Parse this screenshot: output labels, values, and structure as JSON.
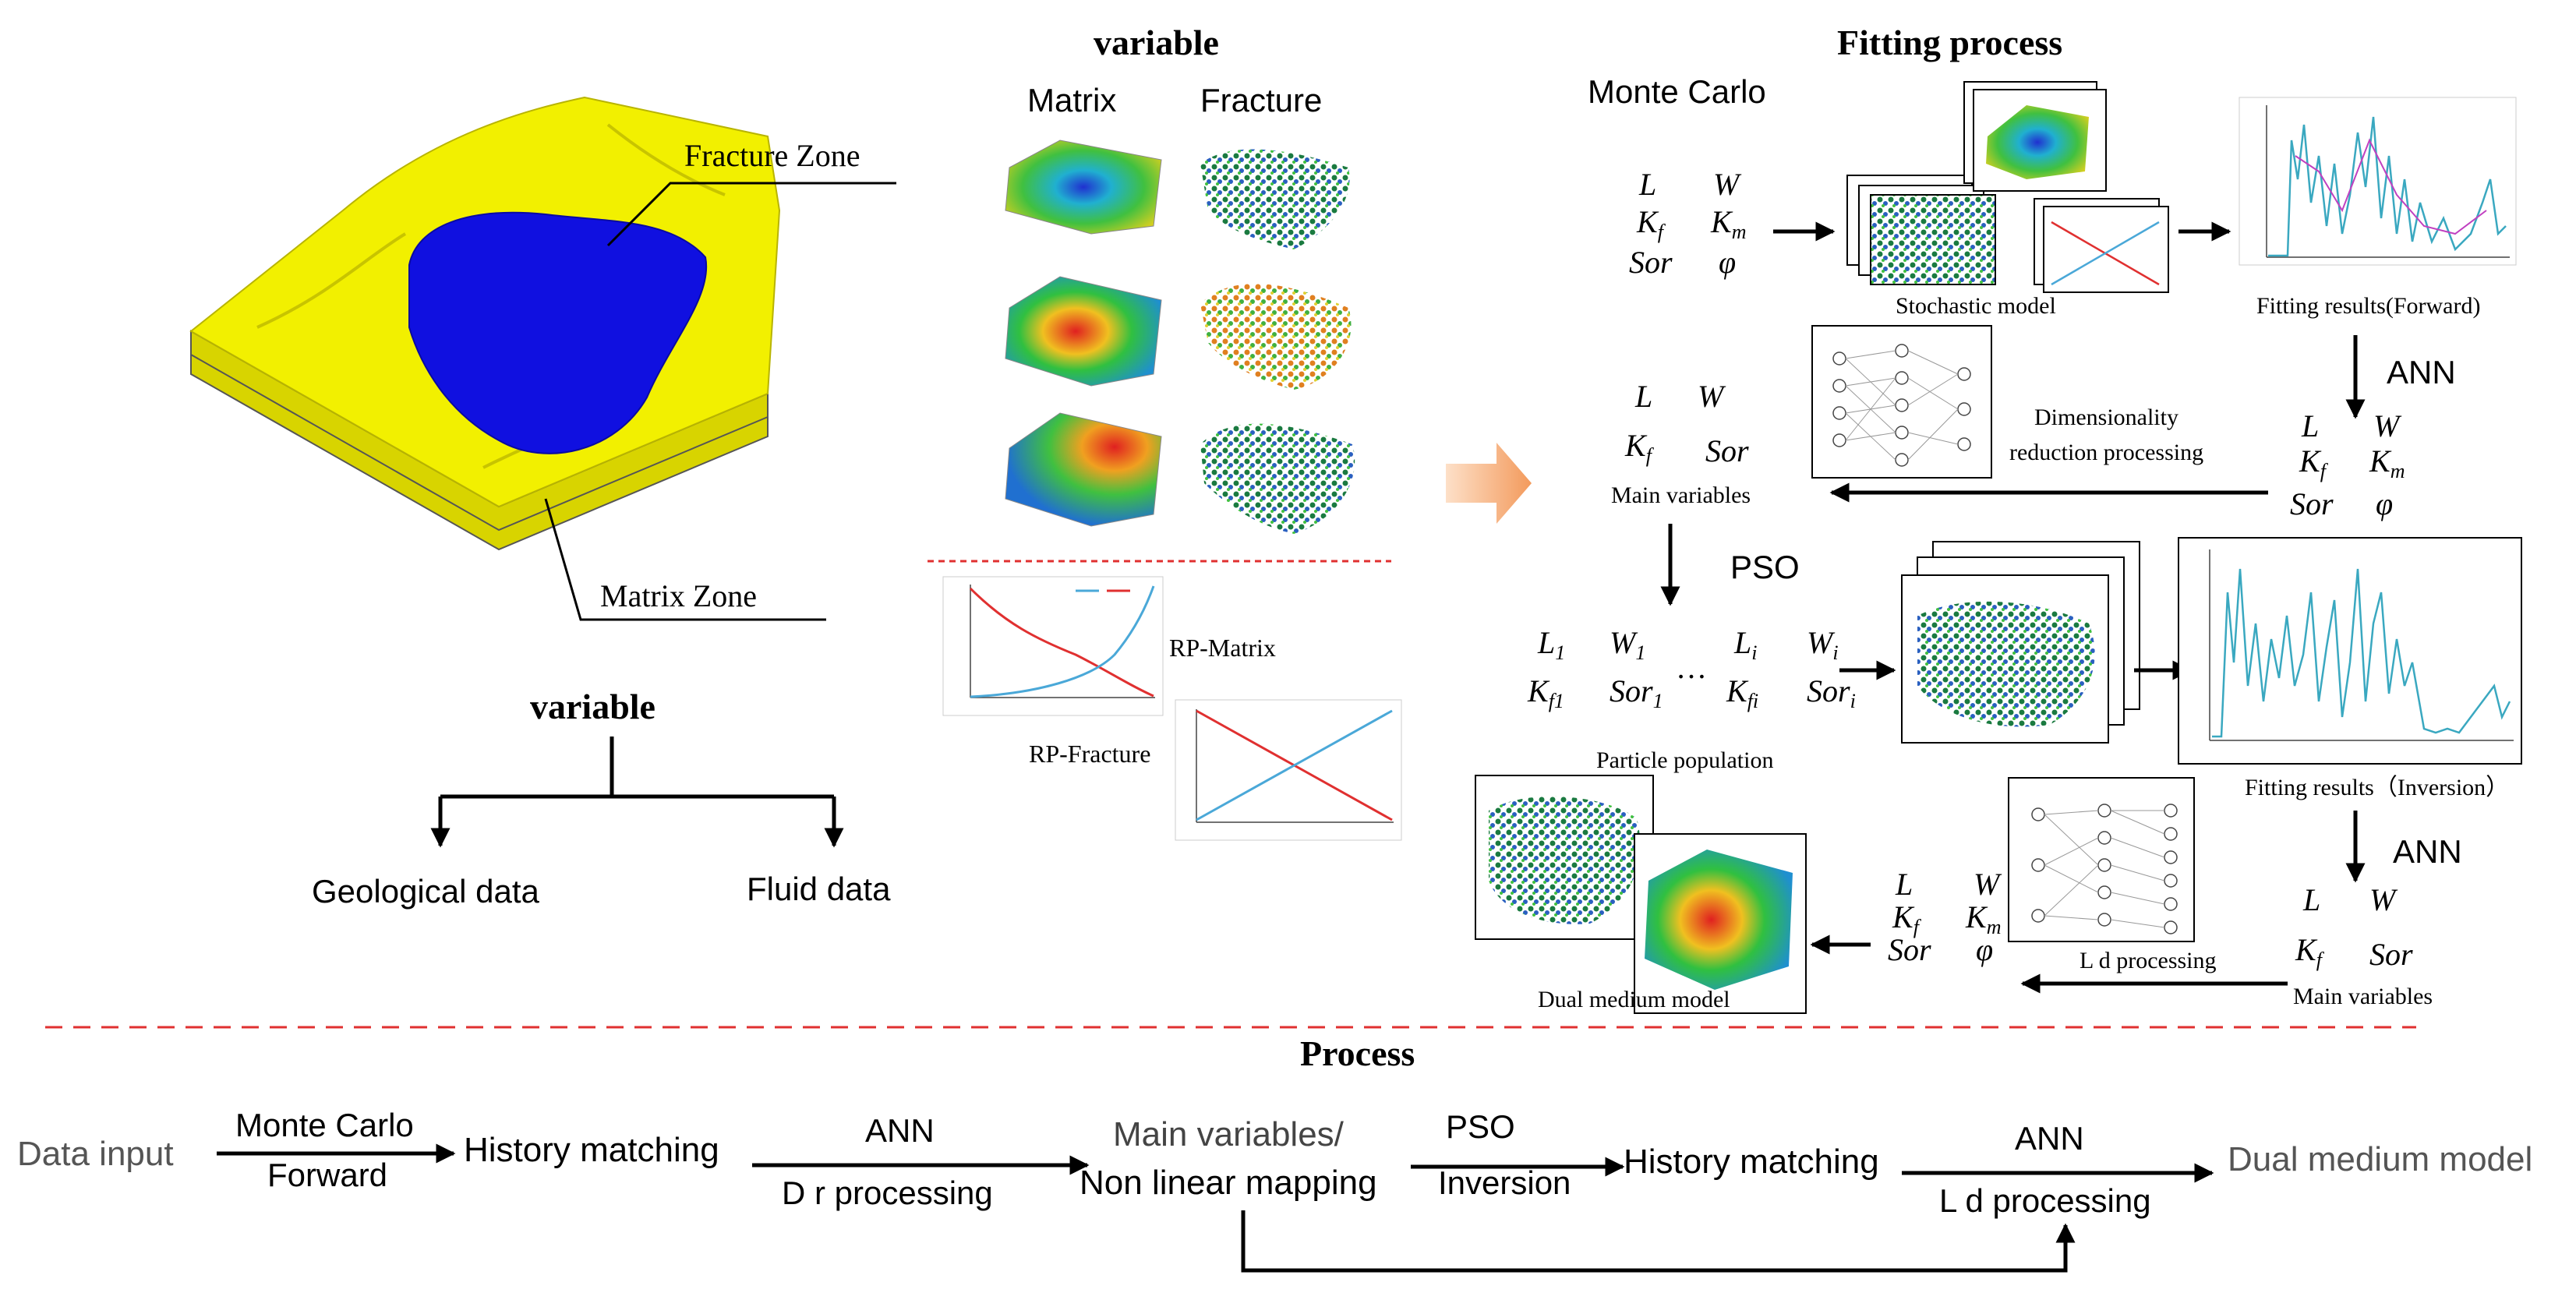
{
  "left_panel": {
    "fracture_zone_label": "Fracture Zone",
    "matrix_zone_label": "Matrix Zone",
    "variable_title": "variable",
    "geological_data": "Geological data",
    "fluid_data": "Fluid data"
  },
  "middle_panel": {
    "variable_title": "variable",
    "matrix_header": "Matrix",
    "fracture_header": "Fracture",
    "rp_matrix_label": "RP-Matrix",
    "rp_fracture_label": "RP-Fracture"
  },
  "fitting_panel": {
    "title": "Fitting process",
    "monte_carlo": "Monte Carlo",
    "stochastic_model": "Stochastic model",
    "fitting_forward": "Fitting results(Forward)",
    "ann_1": "ANN",
    "ann_2": "ANN",
    "pso": "PSO",
    "dim_reduction_line1": "Dimensionality",
    "dim_reduction_line2": "reduction processing",
    "main_variables_1": "Main variables",
    "main_variables_2": "Main variables",
    "particle_population": "Particle population",
    "fitting_inversion": "Fitting results（Inversion）",
    "ld_processing": "L d processing",
    "dual_medium_model": "Dual medium model",
    "ellipsis": "…"
  },
  "process_flow": {
    "title": "Process",
    "data_input": "Data input",
    "monte_carlo": "Monte Carlo",
    "forward": "Forward",
    "history_matching_1": "History matching",
    "ann_1": "ANN",
    "dr_processing": "D r processing",
    "main_variables": "Main variables/",
    "non_linear_mapping": "Non linear mapping",
    "pso": "PSO",
    "inversion": "Inversion",
    "history_matching_2": "History matching",
    "ann_2": "ANN",
    "ld_processing": "L d processing",
    "dual_medium_model": "Dual medium model"
  },
  "colors": {
    "dashed_separator": "#e03030",
    "yellow_layer": "#f2f000",
    "blue_zone": "#1010e0",
    "big_arrow": "#f6a56e",
    "rp_blue": "#4aa8d8",
    "rp_red": "#e03030",
    "fit_line": "#3aa8c0"
  }
}
